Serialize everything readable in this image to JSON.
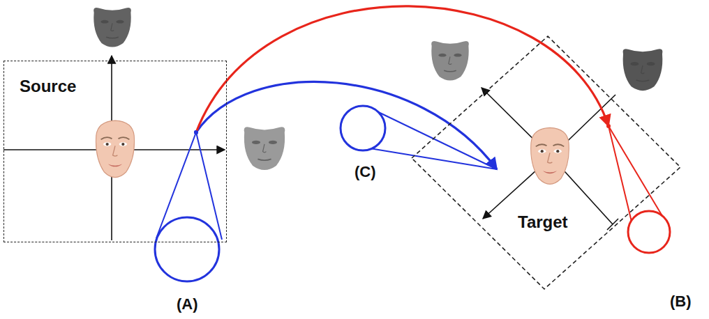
{
  "diagram": {
    "nodes": [
      {
        "text": [
          "Source"
        ]
      },
      {
        "text": [
          "Target"
        ]
      }
    ],
    "edges": [
      {
        "from": 0,
        "to": 1,
        "arrow": "to"
      },
      {
        "from": 0,
        "to": 1,
        "arrow": "to"
      }
    ],
    "labels": [
      "(A)",
      "(C)",
      "(B)"
    ]
  }
}
